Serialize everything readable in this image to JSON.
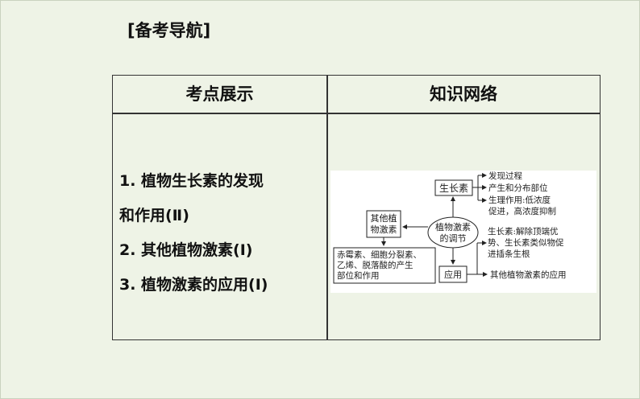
{
  "heading": "[备考导航]",
  "table": {
    "col_left": "考点展示",
    "col_right": "知识网络"
  },
  "points": [
    "1.  植物生长素的发现",
    "和作用(Ⅱ)",
    "2.  其他植物激素(Ⅰ)",
    "3.  植物激素的应用(Ⅰ)"
  ],
  "diagram": {
    "center": [
      "植物激素",
      "的调节"
    ],
    "auxin": "生长素",
    "auxin_items": [
      "发现过程",
      "产生和分布部位",
      "生理作用:低浓度",
      "促进，高浓度抑制"
    ],
    "other": [
      "其他植",
      "物激素"
    ],
    "other_detail": [
      "赤霉素、细胞分裂素、",
      "乙烯、脱落酸的产生",
      "部位和作用"
    ],
    "application": "应用",
    "app_auxin": [
      "生长素:解除顶端优",
      "势、生长素类似物促",
      "进插条生根"
    ],
    "app_other": "其他植物激素的应用"
  }
}
